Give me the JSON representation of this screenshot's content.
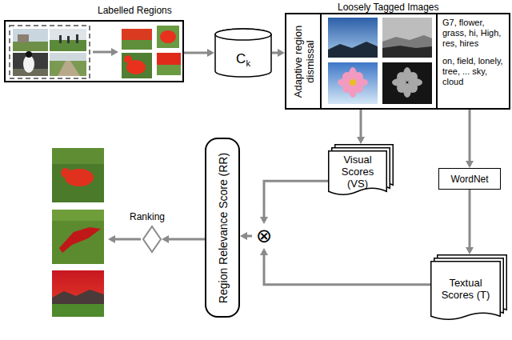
{
  "diagram": {
    "nodes": [
      {
        "text": [
          "Labelled Regions"
        ]
      },
      {
        "text": [
          "C",
          "k"
        ]
      },
      {
        "text": [
          "Loosely Tagged Images"
        ]
      },
      {
        "text": [
          "Adaptive region dismissal"
        ],
        "in": 2
      },
      {
        "text": [
          "G7, flower, grass, hi, High, res, hires",
          "on, field, lonely, tree, ... sky, cloud"
        ],
        "in": 2
      },
      {
        "text": [
          "Visual Scores (VS)"
        ]
      },
      {
        "text": [
          "WordNet"
        ]
      },
      {
        "text": [
          "Textual Scores (T)"
        ]
      },
      {
        "text": [
          "⊗"
        ]
      },
      {
        "text": [
          "Region Relevance Score (RR)"
        ]
      },
      {
        "text": [
          "Ranking"
        ]
      }
    ],
    "edges": [
      {
        "from": 0,
        "to": 1,
        "arrow": "to"
      },
      {
        "from": 1,
        "to": 2,
        "arrow": "to"
      },
      {
        "from": 2,
        "to": 5,
        "arrow": "to"
      },
      {
        "from": 2,
        "to": 6,
        "arrow": "to"
      },
      {
        "from": 6,
        "to": 7,
        "arrow": "to"
      },
      {
        "from": 5,
        "to": 8,
        "arrow": "to"
      },
      {
        "from": 7,
        "to": 8,
        "arrow": "to"
      },
      {
        "from": 8,
        "to": 9,
        "arrow": "to"
      },
      {
        "from": 9,
        "to": 10,
        "arrow": "to"
      }
    ]
  }
}
